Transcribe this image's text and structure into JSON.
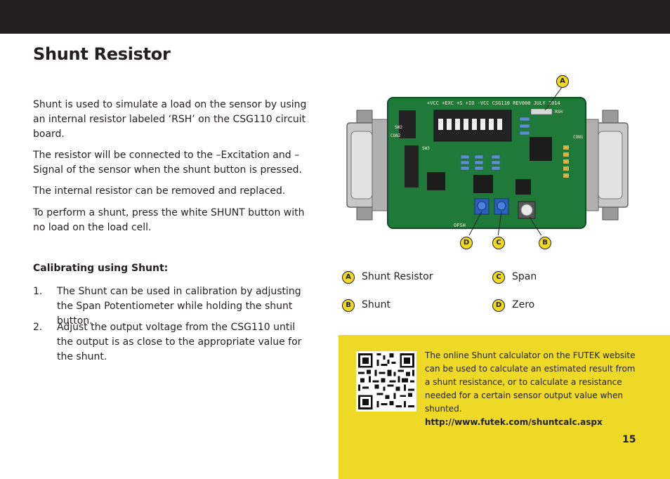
{
  "page": {
    "title": "Shunt Resistor",
    "paragraphs": [
      "Shunt is used to simulate a load on the sensor by using an internal resistor labeled ‘RSH’ on the CSG110 circuit board.",
      "The resistor will be connected to the –Excitation and –Signal of the sensor when the shunt button is pressed.",
      "The internal resistor can be removed and replaced.",
      "To perform a shunt, press the white SHUNT button with no load on the load cell."
    ],
    "calibration": {
      "heading": "Calibrating using Shunt:",
      "steps": [
        {
          "num": "1.",
          "text": "The Shunt can be used in calibration by adjusting the Span Potentiometer while holding the shunt button."
        },
        {
          "num": "2.",
          "text": "Adjust the output voltage from the CSG110 until the output is as close to the appropriate value for the shunt."
        }
      ]
    },
    "callouts": [
      "A",
      "D",
      "C",
      "B"
    ],
    "legend": [
      {
        "letter": "A",
        "label": "Shunt Resistor"
      },
      {
        "letter": "C",
        "label": "Span"
      },
      {
        "letter": "B",
        "label": "Shunt"
      },
      {
        "letter": "D",
        "label": "Zero"
      }
    ],
    "note": {
      "text": "The online Shunt calculator on the FUTEK website can be used to calculate an estimated result from a shunt resistance, or to calculate a resistance needed for a certain sensor output value when shunted. ",
      "link": "http://www.futek.com/shuntcalc.aspx"
    },
    "page_number": "15",
    "board_labels": {
      "top_silk": "+VCC +EXC +S +IO -VCC CSG110 REV000 JULY 2014",
      "sw2": "SW2",
      "con2": "CON2",
      "con1": "CON1",
      "sw3": "SW3",
      "ofsh": "OFSH",
      "rsh": "RSH"
    },
    "colors": {
      "topbar": "#231f20",
      "accent_yellow": "#eed926",
      "badge_yellow": "#f0d925",
      "pcb_green": "#1f7a3a"
    }
  }
}
